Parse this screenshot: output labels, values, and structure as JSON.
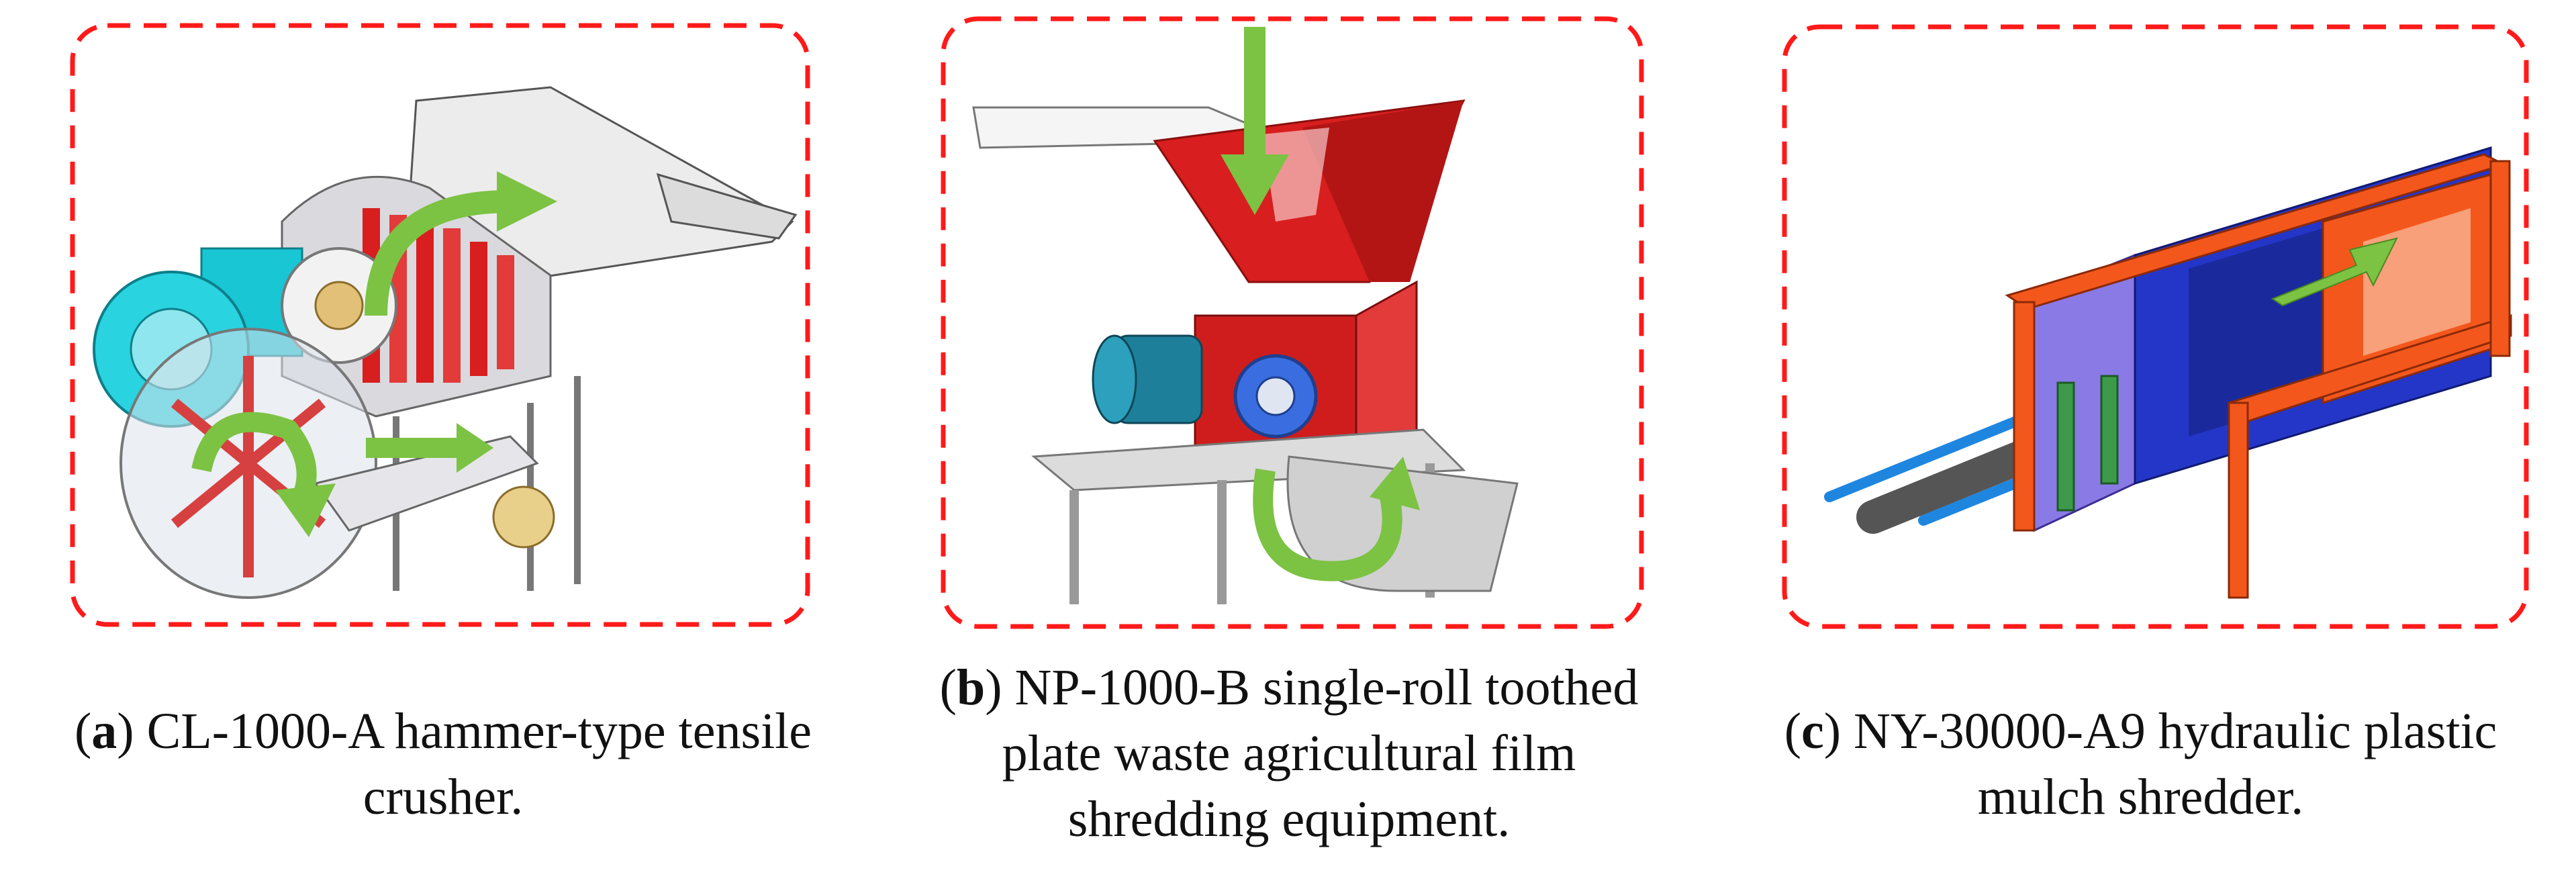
{
  "colors": {
    "frame": "#ff1a1a",
    "machine_red": "#d81e1e",
    "arrow_green": "#7cc243",
    "motor_cyan": "#19c6d4",
    "motor_teal": "#1e7f9a",
    "press_orange": "#f4571c",
    "press_blue": "#2436c8",
    "press_purple": "#8a7ae6",
    "press_green": "#3c9a4a",
    "steel_gray": "#c7c7c7"
  },
  "panels": [
    {
      "letter": "a",
      "open": "(",
      "close": ")",
      "line1": " CL-1000-A hammer-type tensile",
      "line2": "crusher."
    },
    {
      "letter": "b",
      "open": "(",
      "close": ")",
      "line1": " NP-1000-B single-roll toothed",
      "line2": "plate waste agricultural film",
      "line3": "shredding equipment."
    },
    {
      "letter": "c",
      "open": "(",
      "close": ")",
      "line1": " NY-30000-A9 hydraulic plastic",
      "line2": "mulch shredder."
    }
  ]
}
